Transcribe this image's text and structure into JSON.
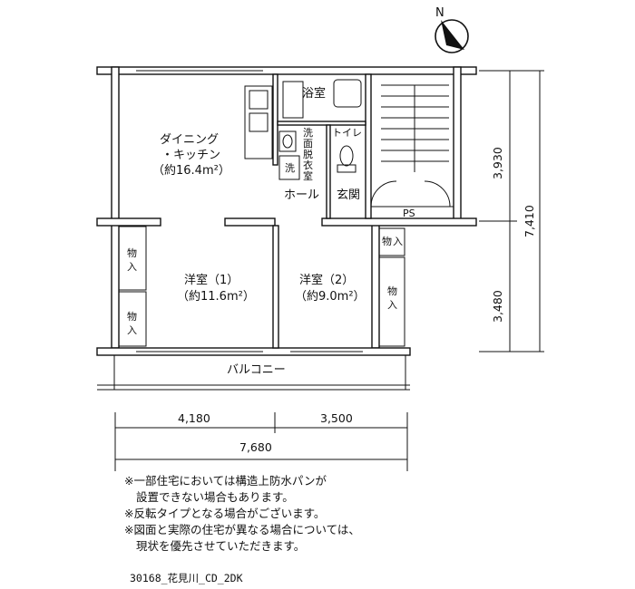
{
  "compass": {
    "north_label": "N"
  },
  "rooms": {
    "dining_kitchen": {
      "line1": "ダイニング",
      "line2": "・キッチン",
      "area": "（約16.4m²）"
    },
    "bathroom": "浴室",
    "toilet": "トイレ",
    "washroom": [
      "洗",
      "面",
      "脱",
      "衣",
      "室"
    ],
    "washer": "洗",
    "hall": "ホール",
    "entrance": "玄関",
    "ps": "PS",
    "western1": {
      "name": "洋室（1）",
      "area": "（約11.6m²）"
    },
    "western2": {
      "name": "洋室（2）",
      "area": "（約9.0m²）"
    },
    "storage_labels": [
      "物",
      "入"
    ],
    "balcony": "バルコニー"
  },
  "dimensions": {
    "right_upper": "3,930",
    "right_lower": "3,480",
    "right_total": "7,410",
    "bottom_left": "4,180",
    "bottom_right": "3,500",
    "bottom_total": "7,680"
  },
  "notes": {
    "n1a": "※一部住宅においては構造上防水パンが",
    "n1b": "設置できない場合もあります。",
    "n2": "※反転タイプとなる場合がございます。",
    "n3a": "※図面と実際の住宅が異なる場合については、",
    "n3b": "現状を優先させていただきます。"
  },
  "plan_code": "30168_花見川_CD_2DK"
}
